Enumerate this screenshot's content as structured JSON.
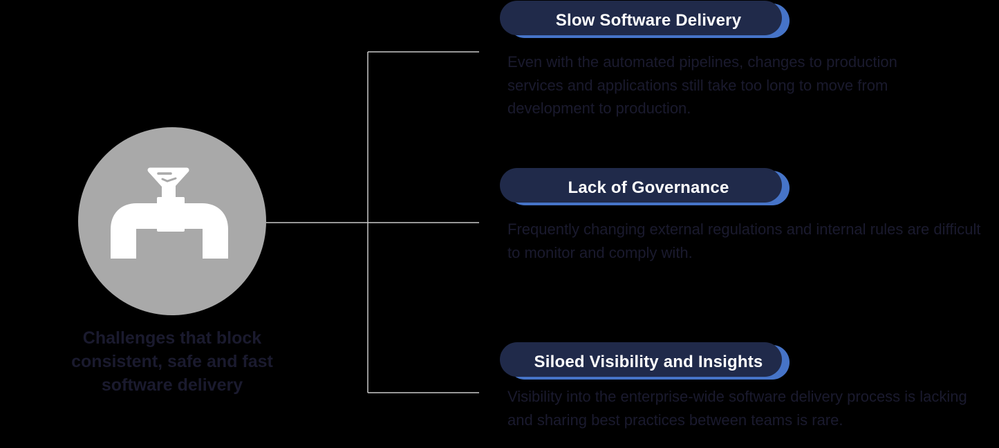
{
  "colors": {
    "background": "#000000",
    "accent_blue": "#4674C8",
    "pill_shadow_navy": "#202A4A",
    "hub_gray": "#A9A9A9",
    "connector_gray": "#C9C9C9",
    "text_navy": "#1A1A2E",
    "pill_text": "#FFFFFF"
  },
  "hub": {
    "icon": "pipeline-valve-icon",
    "caption": "Challenges that block consistent, safe and fast software delivery"
  },
  "challenges": [
    {
      "label": "Slow Software Delivery",
      "description": "Even with the automated pipelines, changes to production services and applications still take too long to move from development to production."
    },
    {
      "label": "Lack of Governance",
      "description": "Frequently changing external regulations and internal rules are difficult to monitor and comply with."
    },
    {
      "label": "Siloed Visibility and Insights",
      "description": "Visibility into the enterprise-wide software delivery process is lacking and sharing best practices between teams is rare."
    }
  ]
}
